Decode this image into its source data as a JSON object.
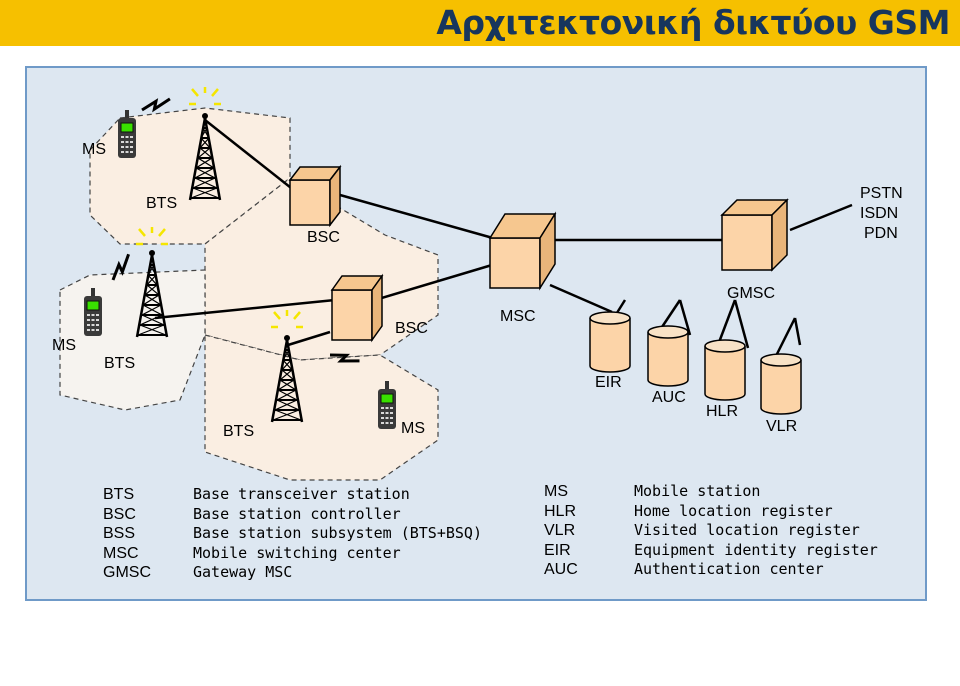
{
  "title": "Αρχιτεκτονική δικτύου GSM",
  "diagram": {
    "ms_top": "MS",
    "bts_top": "BTS",
    "bsc_top": "BSC",
    "ms_left": "MS",
    "bts_left": "BTS",
    "bts_bottom": "BTS",
    "ms_bottom": "MS",
    "bsc_mid": "BSC",
    "msc": "MSC",
    "gmsc": "GMSC",
    "pstn": "PSTN",
    "isdn": "ISDN",
    "pdn": "PDN",
    "eir": "EIR",
    "auc": "AUC",
    "hlr": "HLR",
    "vlr": "VLR"
  },
  "legend_left": [
    {
      "abbr": "BTS",
      "desc": "Base transceiver station"
    },
    {
      "abbr": "BSC",
      "desc": "Base station controller"
    },
    {
      "abbr": "BSS",
      "desc": "Base station subsystem (BTS+BSQ)"
    },
    {
      "abbr": "MSC",
      "desc": "Mobile switching center"
    },
    {
      "abbr": "GMSC",
      "desc": "Gateway MSC"
    }
  ],
  "legend_right": [
    {
      "abbr": "MS",
      "desc": "Mobile station"
    },
    {
      "abbr": "HLR",
      "desc": "Home location register"
    },
    {
      "abbr": "VLR",
      "desc": "Visited location register"
    },
    {
      "abbr": "EIR",
      "desc": "Equipment identity register"
    },
    {
      "abbr": "AUC",
      "desc": "Authentication center"
    }
  ],
  "colors": {
    "title_band": "#f6c000",
    "title_text": "#17365d",
    "panel_bg": "#dde7f1",
    "panel_border": "#6f9ac8",
    "cell_fill": "#faeee2",
    "box_fill": "#fcd4a8",
    "lightning": "#f5e600"
  }
}
